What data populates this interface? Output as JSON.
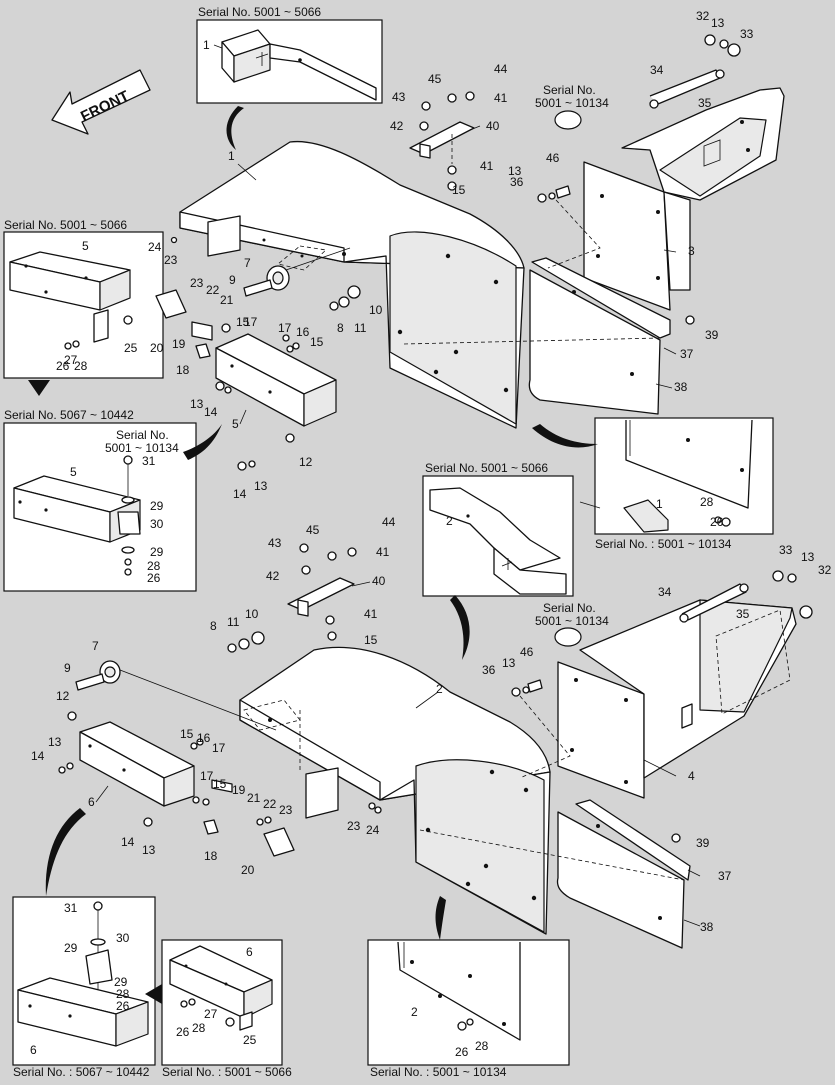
{
  "front_label": "FRONT",
  "serial_titles": {
    "top_inset": "Serial No. 5001 ~ 5066",
    "left_inset_a": "Serial No. 5001 ~ 5066",
    "left_inset_b": "Serial No. 5067 ~ 10442",
    "left_inset_b_sub_line1": "Serial No.",
    "left_inset_b_sub_line2": "5001 ~ 10134",
    "right_inset_a": "Serial No. : 5001 ~ 10134",
    "mid_inset": "Serial No. 5001 ~ 5066",
    "serial_32_top_line1": "Serial No.",
    "serial_32_top_line2": "5001 ~ 10134",
    "serial_32_bot_line1": "Serial No.",
    "serial_32_bot_line2": "5001 ~ 10134",
    "bottom_a": "Serial No. : 5067 ~ 10442",
    "bottom_b": "Serial No. : 5001 ~ 5066",
    "bottom_c": "Serial No. : 5001 ~ 10134"
  },
  "callouts": [
    {
      "id": "c1",
      "text": "1"
    },
    {
      "id": "c1b",
      "text": "1"
    },
    {
      "id": "c1c",
      "text": "1"
    },
    {
      "id": "c2",
      "text": "2"
    },
    {
      "id": "c2b",
      "text": "2"
    },
    {
      "id": "c2c",
      "text": "2"
    },
    {
      "id": "c3",
      "text": "3"
    },
    {
      "id": "c4",
      "text": "4"
    },
    {
      "id": "c5a",
      "text": "5"
    },
    {
      "id": "c5b",
      "text": "5"
    },
    {
      "id": "c5c",
      "text": "5"
    },
    {
      "id": "c6a",
      "text": "6"
    },
    {
      "id": "c6b",
      "text": "6"
    },
    {
      "id": "c6c",
      "text": "6"
    },
    {
      "id": "c7a",
      "text": "7"
    },
    {
      "id": "c7b",
      "text": "7"
    },
    {
      "id": "c8a",
      "text": "8"
    },
    {
      "id": "c8b",
      "text": "8"
    },
    {
      "id": "c9a",
      "text": "9"
    },
    {
      "id": "c9b",
      "text": "9"
    },
    {
      "id": "c10a",
      "text": "10"
    },
    {
      "id": "c10b",
      "text": "10"
    },
    {
      "id": "c11a",
      "text": "11"
    },
    {
      "id": "c11b",
      "text": "11"
    },
    {
      "id": "c12a",
      "text": "12"
    },
    {
      "id": "c12b",
      "text": "12"
    },
    {
      "id": "c13a",
      "text": "13"
    },
    {
      "id": "c13b",
      "text": "13"
    },
    {
      "id": "c13c",
      "text": "13"
    },
    {
      "id": "c13d",
      "text": "13"
    },
    {
      "id": "c13e",
      "text": "13"
    },
    {
      "id": "c13f",
      "text": "13"
    },
    {
      "id": "c13g",
      "text": "13"
    },
    {
      "id": "c13h",
      "text": "13"
    },
    {
      "id": "c14a",
      "text": "14"
    },
    {
      "id": "c14b",
      "text": "14"
    },
    {
      "id": "c14c",
      "text": "14"
    },
    {
      "id": "c14d",
      "text": "14"
    },
    {
      "id": "c15a",
      "text": "15"
    },
    {
      "id": "c15b",
      "text": "15"
    },
    {
      "id": "c15c",
      "text": "15"
    },
    {
      "id": "c15d",
      "text": "15"
    },
    {
      "id": "c15e",
      "text": "15"
    },
    {
      "id": "c15f",
      "text": "15"
    },
    {
      "id": "c16a",
      "text": "16"
    },
    {
      "id": "c16b",
      "text": "16"
    },
    {
      "id": "c17a",
      "text": "17"
    },
    {
      "id": "c17b",
      "text": "17"
    },
    {
      "id": "c17c",
      "text": "17"
    },
    {
      "id": "c17d",
      "text": "17"
    },
    {
      "id": "c18a",
      "text": "18"
    },
    {
      "id": "c18b",
      "text": "18"
    },
    {
      "id": "c19a",
      "text": "19"
    },
    {
      "id": "c19b",
      "text": "19"
    },
    {
      "id": "c20a",
      "text": "20"
    },
    {
      "id": "c20b",
      "text": "20"
    },
    {
      "id": "c21a",
      "text": "21"
    },
    {
      "id": "c21b",
      "text": "21"
    },
    {
      "id": "c22a",
      "text": "22"
    },
    {
      "id": "c22b",
      "text": "22"
    },
    {
      "id": "c23a",
      "text": "23"
    },
    {
      "id": "c23b",
      "text": "23"
    },
    {
      "id": "c23c",
      "text": "23"
    },
    {
      "id": "c23d",
      "text": "23"
    },
    {
      "id": "c24a",
      "text": "24"
    },
    {
      "id": "c24b",
      "text": "24"
    },
    {
      "id": "c25a",
      "text": "25"
    },
    {
      "id": "c25b",
      "text": "25"
    },
    {
      "id": "c26a",
      "text": "26"
    },
    {
      "id": "c26b",
      "text": "26"
    },
    {
      "id": "c26c",
      "text": "26"
    },
    {
      "id": "c26d",
      "text": "26"
    },
    {
      "id": "c26e",
      "text": "26"
    },
    {
      "id": "c26f",
      "text": "26"
    },
    {
      "id": "c27a",
      "text": "27"
    },
    {
      "id": "c27b",
      "text": "27"
    },
    {
      "id": "c28a",
      "text": "28"
    },
    {
      "id": "c28b",
      "text": "28"
    },
    {
      "id": "c28c",
      "text": "28"
    },
    {
      "id": "c28d",
      "text": "28"
    },
    {
      "id": "c28e",
      "text": "28"
    },
    {
      "id": "c28f",
      "text": "28"
    },
    {
      "id": "c29a",
      "text": "29"
    },
    {
      "id": "c29b",
      "text": "29"
    },
    {
      "id": "c29c",
      "text": "29"
    },
    {
      "id": "c29d",
      "text": "29"
    },
    {
      "id": "c30a",
      "text": "30"
    },
    {
      "id": "c30b",
      "text": "30"
    },
    {
      "id": "c31a",
      "text": "31"
    },
    {
      "id": "c31b",
      "text": "31"
    },
    {
      "id": "c32a",
      "text": "32"
    },
    {
      "id": "c32b",
      "text": "32"
    },
    {
      "id": "c33a",
      "text": "33"
    },
    {
      "id": "c33b",
      "text": "33"
    },
    {
      "id": "c34a",
      "text": "34"
    },
    {
      "id": "c34b",
      "text": "34"
    },
    {
      "id": "c35a",
      "text": "35"
    },
    {
      "id": "c35b",
      "text": "35"
    },
    {
      "id": "c36a",
      "text": "36"
    },
    {
      "id": "c36b",
      "text": "36"
    },
    {
      "id": "c37a",
      "text": "37"
    },
    {
      "id": "c37b",
      "text": "37"
    },
    {
      "id": "c38a",
      "text": "38"
    },
    {
      "id": "c38b",
      "text": "38"
    },
    {
      "id": "c39a",
      "text": "39"
    },
    {
      "id": "c39b",
      "text": "39"
    },
    {
      "id": "c40a",
      "text": "40"
    },
    {
      "id": "c40b",
      "text": "40"
    },
    {
      "id": "c41a",
      "text": "41"
    },
    {
      "id": "c41b",
      "text": "41"
    },
    {
      "id": "c41c",
      "text": "41"
    },
    {
      "id": "c41d",
      "text": "41"
    },
    {
      "id": "c42a",
      "text": "42"
    },
    {
      "id": "c42b",
      "text": "42"
    },
    {
      "id": "c43a",
      "text": "43"
    },
    {
      "id": "c43b",
      "text": "43"
    },
    {
      "id": "c44a",
      "text": "44"
    },
    {
      "id": "c44b",
      "text": "44"
    },
    {
      "id": "c45a",
      "text": "45"
    },
    {
      "id": "c45b",
      "text": "45"
    },
    {
      "id": "c46a",
      "text": "46"
    },
    {
      "id": "c46b",
      "text": "46"
    }
  ]
}
